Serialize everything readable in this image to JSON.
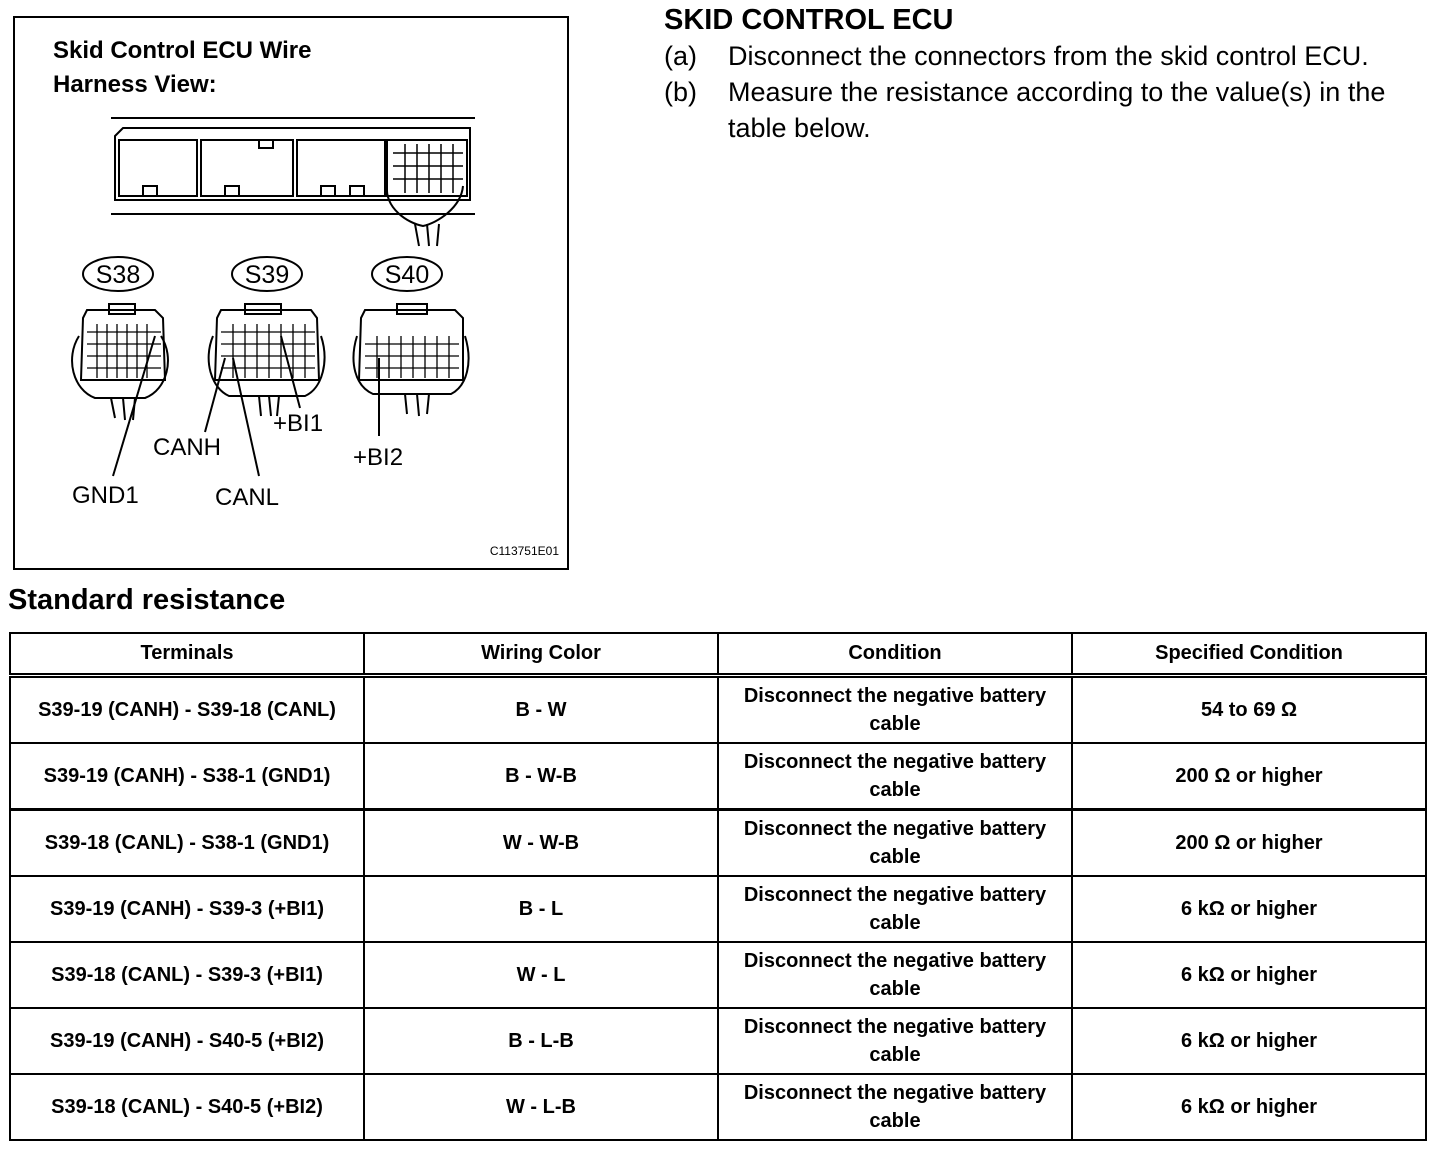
{
  "figure": {
    "title": "Skid Control ECU Wire\nHarness View:",
    "code": "C113751E01",
    "connectors": [
      "S38",
      "S39",
      "S40"
    ],
    "pin_labels": {
      "gnd1": "GND1",
      "canh": "CANH",
      "canl": "CANL",
      "bi1": "+BI1",
      "bi2": "+BI2"
    }
  },
  "instructions": {
    "title": "SKID CONTROL ECU",
    "steps": [
      {
        "id": "(a)",
        "text": "Disconnect the connectors from the skid control ECU."
      },
      {
        "id": "(b)",
        "text": "Measure the resistance according to the value(s) in the table below."
      }
    ]
  },
  "section_heading": "Standard resistance",
  "table": {
    "headers": [
      "Terminals",
      "Wiring Color",
      "Condition",
      "Specified Condition"
    ],
    "rows": [
      [
        "S39-19 (CANH) - S39-18 (CANL)",
        "B - W",
        "Disconnect the negative battery cable",
        "54 to 69 Ω"
      ],
      [
        "S39-19 (CANH) - S38-1 (GND1)",
        "B - W-B",
        "Disconnect the negative battery cable",
        "200 Ω or higher"
      ],
      [
        "S39-18 (CANL) - S38-1 (GND1)",
        "W - W-B",
        "Disconnect the negative battery cable",
        "200 Ω or higher"
      ],
      [
        "S39-19 (CANH) - S39-3 (+BI1)",
        "B - L",
        "Disconnect the negative battery cable",
        "6 kΩ or higher"
      ],
      [
        "S39-18 (CANL) - S39-3 (+BI1)",
        "W - L",
        "Disconnect the negative battery cable",
        "6 kΩ or higher"
      ],
      [
        "S39-19 (CANH) - S40-5 (+BI2)",
        "B - L-B",
        "Disconnect the negative battery cable",
        "6 kΩ or higher"
      ],
      [
        "S39-18 (CANL) - S40-5 (+BI2)",
        "W - L-B",
        "Disconnect the negative battery cable",
        "6 kΩ or higher"
      ]
    ]
  }
}
